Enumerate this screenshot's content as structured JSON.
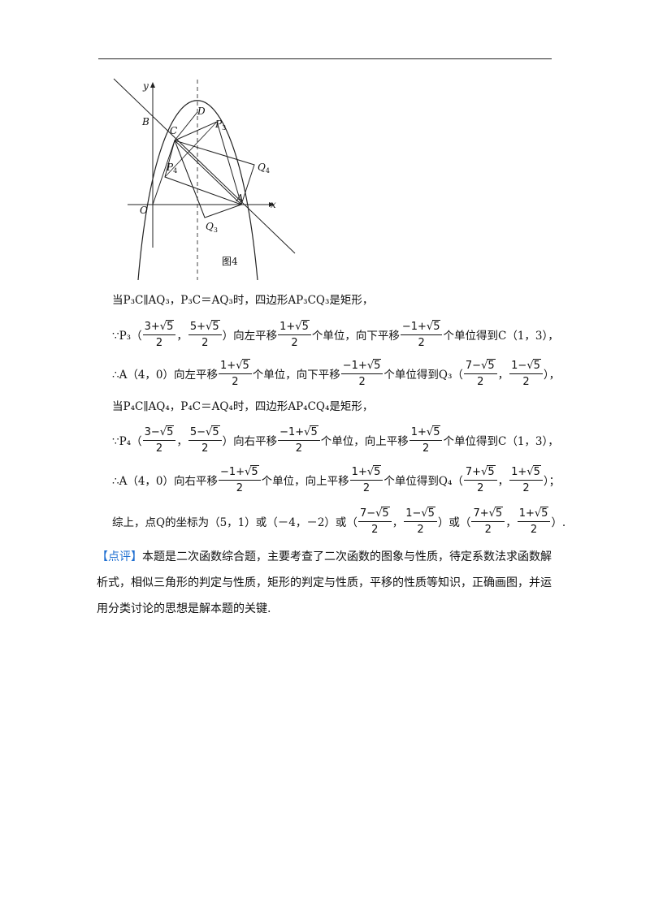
{
  "figure": {
    "labels": {
      "y": "y",
      "x": "x",
      "B": "B",
      "C": "C",
      "D": "D",
      "P3": "P",
      "P3sub": "3",
      "P4": "P",
      "P4sub": "4",
      "Q4": "Q",
      "Q4sub": "4",
      "Q3": "Q",
      "Q3sub": "3",
      "O": "O",
      "A": "A"
    },
    "caption": "图4"
  },
  "lines": {
    "l1": "当P₃C∥AQ₃，P₃C＝AQ₃时，四边形AP₃CQ₃是矩形，",
    "l2": {
      "pre": "∵P₃（",
      "f1": {
        "num": "3+",
        "rad": "5",
        "den": "2"
      },
      "sep": "，",
      "f2": {
        "num": "5+",
        "rad": "5",
        "den": "2"
      },
      "mid1": "）向左平移",
      "f3": {
        "num": "1+",
        "rad": "5",
        "den": "2"
      },
      "mid2": "个单位，向下平移",
      "f4": {
        "num": "−1+",
        "rad": "5",
        "den": "2"
      },
      "post": "个单位得到C（1，3），"
    },
    "l3": {
      "pre": "∴A（4，0）向左平移",
      "f1": {
        "num": "1+",
        "rad": "5",
        "den": "2"
      },
      "mid1": "个单位，向下平移",
      "f2": {
        "num": "−1+",
        "rad": "5",
        "den": "2"
      },
      "mid2": "个单位得到Q₃（",
      "f3": {
        "num": "7−",
        "rad": "5",
        "den": "2"
      },
      "sep": "，",
      "f4": {
        "num": "1−",
        "rad": "5",
        "den": "2"
      },
      "post": "），"
    },
    "l4": "当P₄C∥AQ₄，P₄C＝AQ₄时，四边形AP₄CQ₄是矩形，",
    "l5": {
      "pre": "∵P₄（",
      "f1": {
        "num": "3−",
        "rad": "5",
        "den": "2"
      },
      "sep": "，",
      "f2": {
        "num": "5−",
        "rad": "5",
        "den": "2"
      },
      "mid1": "）向右平移",
      "f3": {
        "num": "−1+",
        "rad": "5",
        "den": "2"
      },
      "mid2": "个单位，向上平移",
      "f4": {
        "num": "1+",
        "rad": "5",
        "den": "2"
      },
      "post": "个单位得到C（1，3），"
    },
    "l6": {
      "pre": "∴A（4，0）向右平移",
      "f1": {
        "num": "−1+",
        "rad": "5",
        "den": "2"
      },
      "mid1": "个单位，向上平移",
      "f2": {
        "num": "1+",
        "rad": "5",
        "den": "2"
      },
      "mid2": "个单位得到Q₄（",
      "f3": {
        "num": "7+",
        "rad": "5",
        "den": "2"
      },
      "sep": "，",
      "f4": {
        "num": "1+",
        "rad": "5",
        "den": "2"
      },
      "post": "）；"
    },
    "l7": {
      "pre": "综上，点Q的坐标为（5，1）或（－4，－2）或（",
      "f1": {
        "num": "7−",
        "rad": "5",
        "den": "2"
      },
      "sep1": "，",
      "f2": {
        "num": "1−",
        "rad": "5",
        "den": "2"
      },
      "mid": "）或（",
      "f3": {
        "num": "7+",
        "rad": "5",
        "den": "2"
      },
      "sep2": "，",
      "f4": {
        "num": "1+",
        "rad": "5",
        "den": "2"
      },
      "post": "）."
    }
  },
  "comment": {
    "tag": "【点评】",
    "text": "本题是二次函数综合题，主要考查了二次函数的图象与性质，待定系数法求函数解析式，相似三角形的判定与性质，矩形的判定与性质，平移的性质等知识，正确画图，并运用分类讨论的思想是解本题的关键."
  },
  "colors": {
    "tag": "#1f6fd1"
  }
}
